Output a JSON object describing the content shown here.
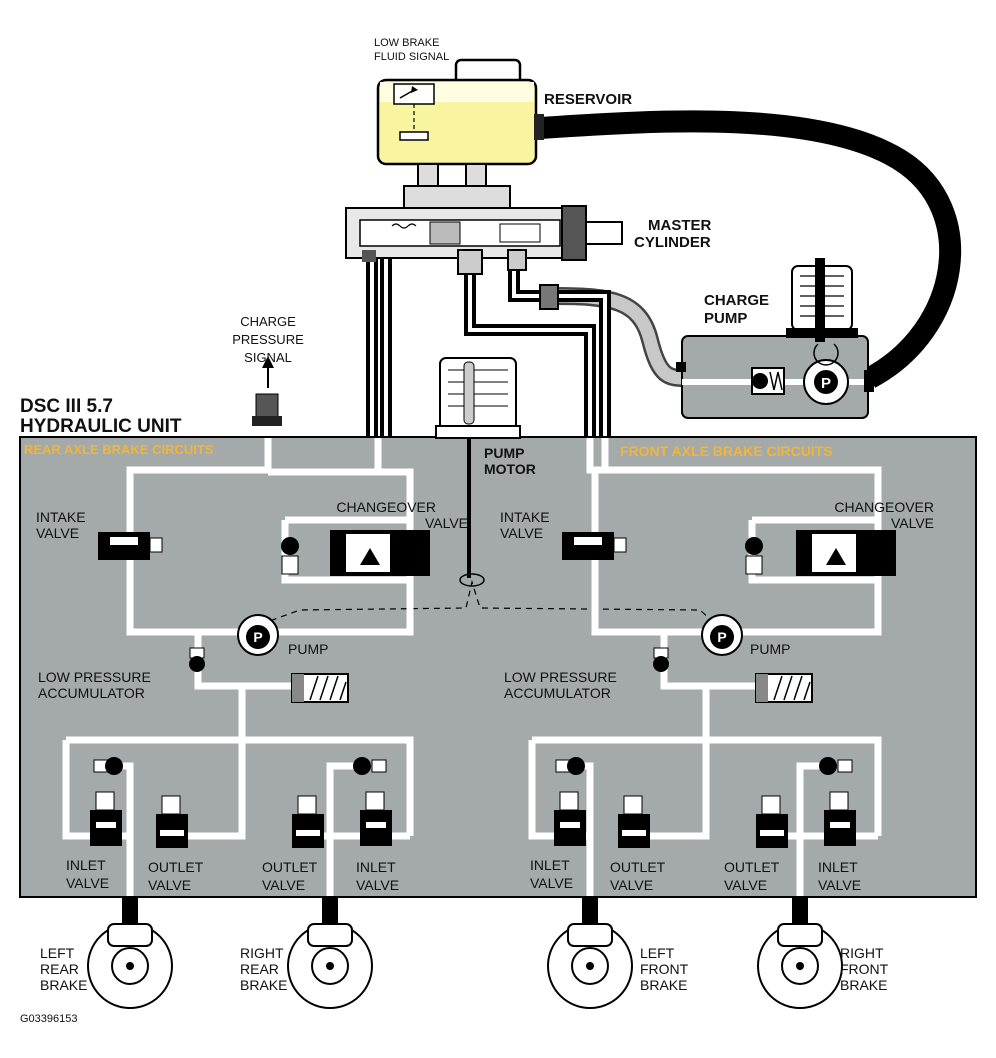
{
  "unit": {
    "title_line1": "DSC III 5.7",
    "title_line2": "HYDRAULIC UNIT"
  },
  "top": {
    "low_fluid_1": "LOW BRAKE",
    "low_fluid_2": "FLUID SIGNAL",
    "reservoir": "RESERVOIR",
    "master_1": "MASTER",
    "master_2": "CYLINDER",
    "charge_pump_1": "CHARGE",
    "charge_pump_2": "PUMP",
    "charge_sig_1": "CHARGE",
    "charge_sig_2": "PRESSURE",
    "charge_sig_3": "SIGNAL",
    "pump_motor_1": "PUMP",
    "pump_motor_2": "MOTOR"
  },
  "rear": {
    "circuit": "REAR AXLE BRAKE CIRCUITS",
    "intake_1": "INTAKE",
    "intake_2": "VALVE",
    "change_1": "CHANGEOVER",
    "change_2": "VALVE",
    "pump": "PUMP",
    "lpa_1": "LOW PRESSURE",
    "lpa_2": "ACCUMULATOR",
    "v1_1": "INLET",
    "v1_2": "VALVE",
    "v2_1": "OUTLET",
    "v2_2": "VALVE",
    "v3_1": "OUTLET",
    "v3_2": "VALVE",
    "v4_1": "INLET",
    "v4_2": "VALVE"
  },
  "front": {
    "circuit": "FRONT AXLE BRAKE CIRCUITS",
    "intake_1": "INTAKE",
    "intake_2": "VALVE",
    "change_1": "CHANGEOVER",
    "change_2": "VALVE",
    "pump": "PUMP",
    "lpa_1": "LOW PRESSURE",
    "lpa_2": "ACCUMULATOR",
    "v1_1": "INLET",
    "v1_2": "VALVE",
    "v2_1": "OUTLET",
    "v2_2": "VALVE",
    "v3_1": "OUTLET",
    "v3_2": "VALVE",
    "v4_1": "INLET",
    "v4_2": "VALVE"
  },
  "brakes": {
    "lr_1": "LEFT",
    "lr_2": "REAR",
    "lr_3": "BRAKE",
    "rr_1": "RIGHT",
    "rr_2": "REAR",
    "rr_3": "BRAKE",
    "lf_1": "LEFT",
    "lf_2": "FRONT",
    "lf_3": "BRAKE",
    "rf_1": "RIGHT",
    "rf_2": "FRONT",
    "rf_3": "BRAKE"
  },
  "pump_symbol": "P",
  "figure_id": "G03396153",
  "colors": {
    "unit_fill": "#a3aaa9",
    "circuit_label": "#f4b434",
    "reservoir_fluid": "#f8f4a0",
    "reservoir_top": "#fffde0"
  }
}
